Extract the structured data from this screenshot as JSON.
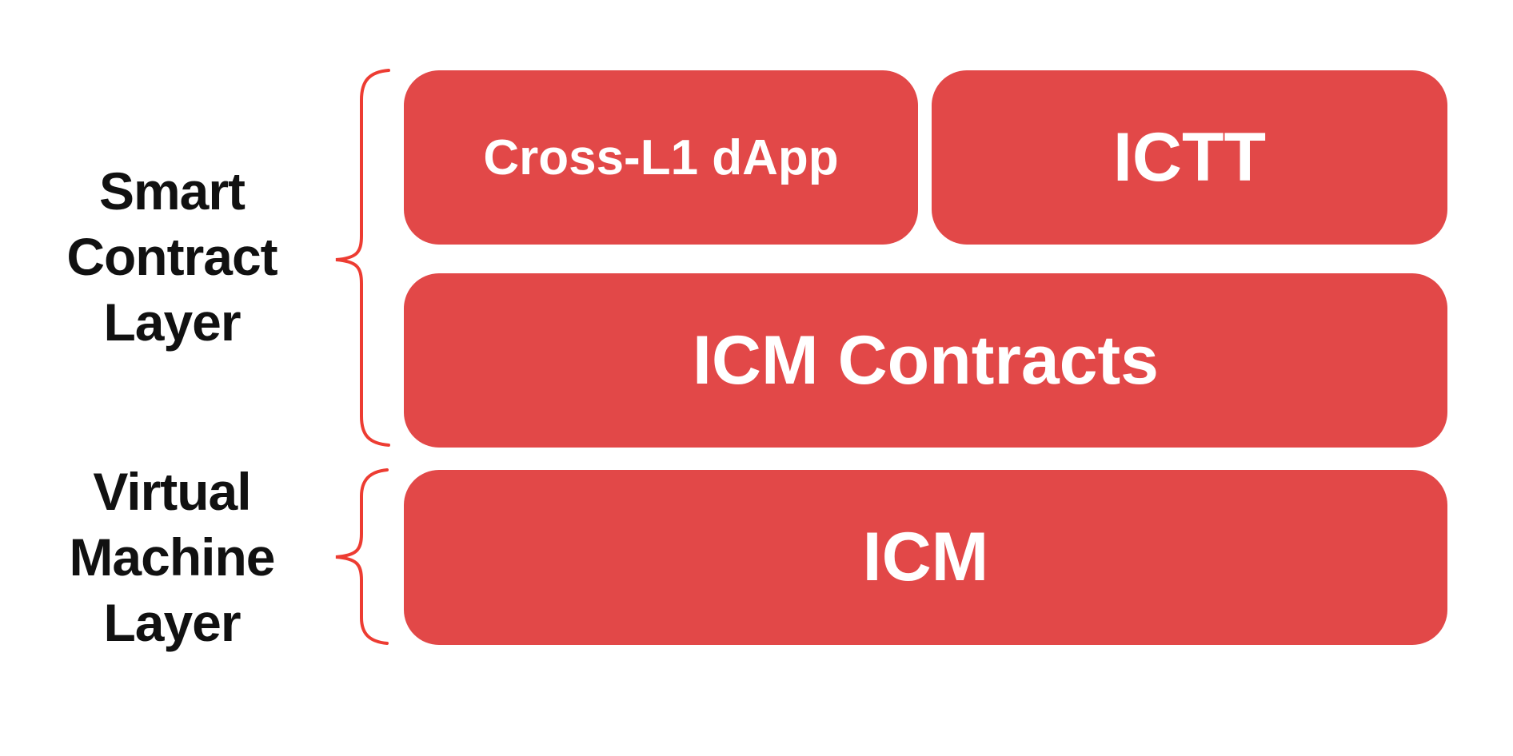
{
  "diagram": {
    "layers": [
      {
        "label": "Smart\nContract\nLayer",
        "boxes": [
          {
            "label": "Cross-L1 dApp"
          },
          {
            "label": "ICTT"
          },
          {
            "label": "ICM Contracts"
          }
        ]
      },
      {
        "label": "Virtual\nMachine\nLayer",
        "boxes": [
          {
            "label": "ICM"
          }
        ]
      }
    ],
    "colors": {
      "background": "#ffffff",
      "box_fill": "#e24848",
      "box_text": "#ffffff",
      "brace": "#ed3c32",
      "label_text": "#111111"
    }
  }
}
